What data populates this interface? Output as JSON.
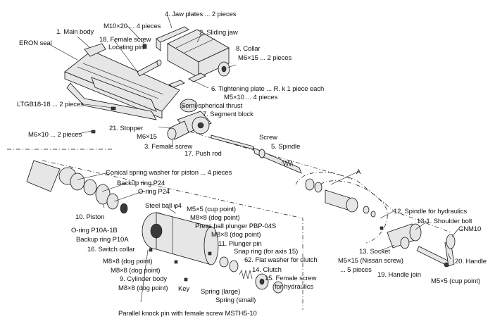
{
  "labels": {
    "main_body": "1. Main body",
    "eron_seal": "ERON seal",
    "m10x20": "M10×20 ... 4 pieces",
    "female_screw_18": "18. Female screw",
    "locating_pin": "Locating pin",
    "jaw_plates": "4. Jaw plates ... 2 pieces",
    "sliding_jaw": "2. Sliding jaw",
    "collar": "8. Collar",
    "m6x15_collar": "M6×15 ... 2 pieces",
    "tightening_plate": "6. Tightening plate ... R. k  1 piece each",
    "m5x10": "M5×10 ... 4 pieces",
    "ltgb": "LTGB18-18 ... 2 pieces",
    "semi_thrust": "Semi-spherical thrust",
    "segment_block": "7. Segment block",
    "stopper": "21. Stopper",
    "m6x15_stopper": "M6×15",
    "m6x10": "M6×10 ... 2 pieces",
    "female_screw_3": "3. Female screw",
    "screw": "Screw",
    "spindle_5": "5. Spindle",
    "push_rod": "17. Push rod",
    "section_a": "A",
    "conical_washer": "Conical spring washer for piston ... 4 pieces",
    "backup_p24": "Backup ring P24",
    "oring_p24": "O-ring P24",
    "piston": "10. Piston",
    "steel_ball": "Steel ball φ4",
    "m5x5_cup_1": "M5×5 (cup point)",
    "m8x8_dog_1": "M8×8 (dog point)",
    "press_ball": "Press ball plunger PBP-04S",
    "m8x8_dog_2": "M8×8 (dog point)",
    "oring_p10a": "O-ring P10A-1B",
    "backup_p10a": "Backup ring P10A",
    "switch_collar": "16. Switch collar",
    "plunger_pin": "11. Plunger pin",
    "snap_ring": "Snap ring (for axis 15)",
    "flat_washer": "62. Flat washer for clutch",
    "m8x8_dog_3": "M8×8 (dog point)",
    "m8x8_dog_4": "M8×8 (dog point)",
    "cylinder_body": "9. Cylinder body",
    "m8x8_dog_5": "M8×8 (dog point)",
    "key": "Key",
    "clutch": "14. Clutch",
    "female_screw_15": "15. Female screw",
    "for_hydraulics_15": "for hydraulics",
    "spring_large": "Spring (large)",
    "spring_small": "Spring (small)",
    "parallel_pin": "Parallel knock pin with female screw MSTH5-10",
    "spindle_hydraulics": "12. Spindle for hydraulics",
    "shoulder_bolt": "13-1. Shoulder bolt",
    "gnm10": "GNM10",
    "socket": "13. Socket",
    "m5x15_nissan": "M5×15 (Nissan screw)",
    "five_pieces": "... 5 pieces",
    "handle_join": "19. Handle join",
    "handle": "20. Handle",
    "m5x5_cup_2": "M5×5 (cup point)"
  }
}
